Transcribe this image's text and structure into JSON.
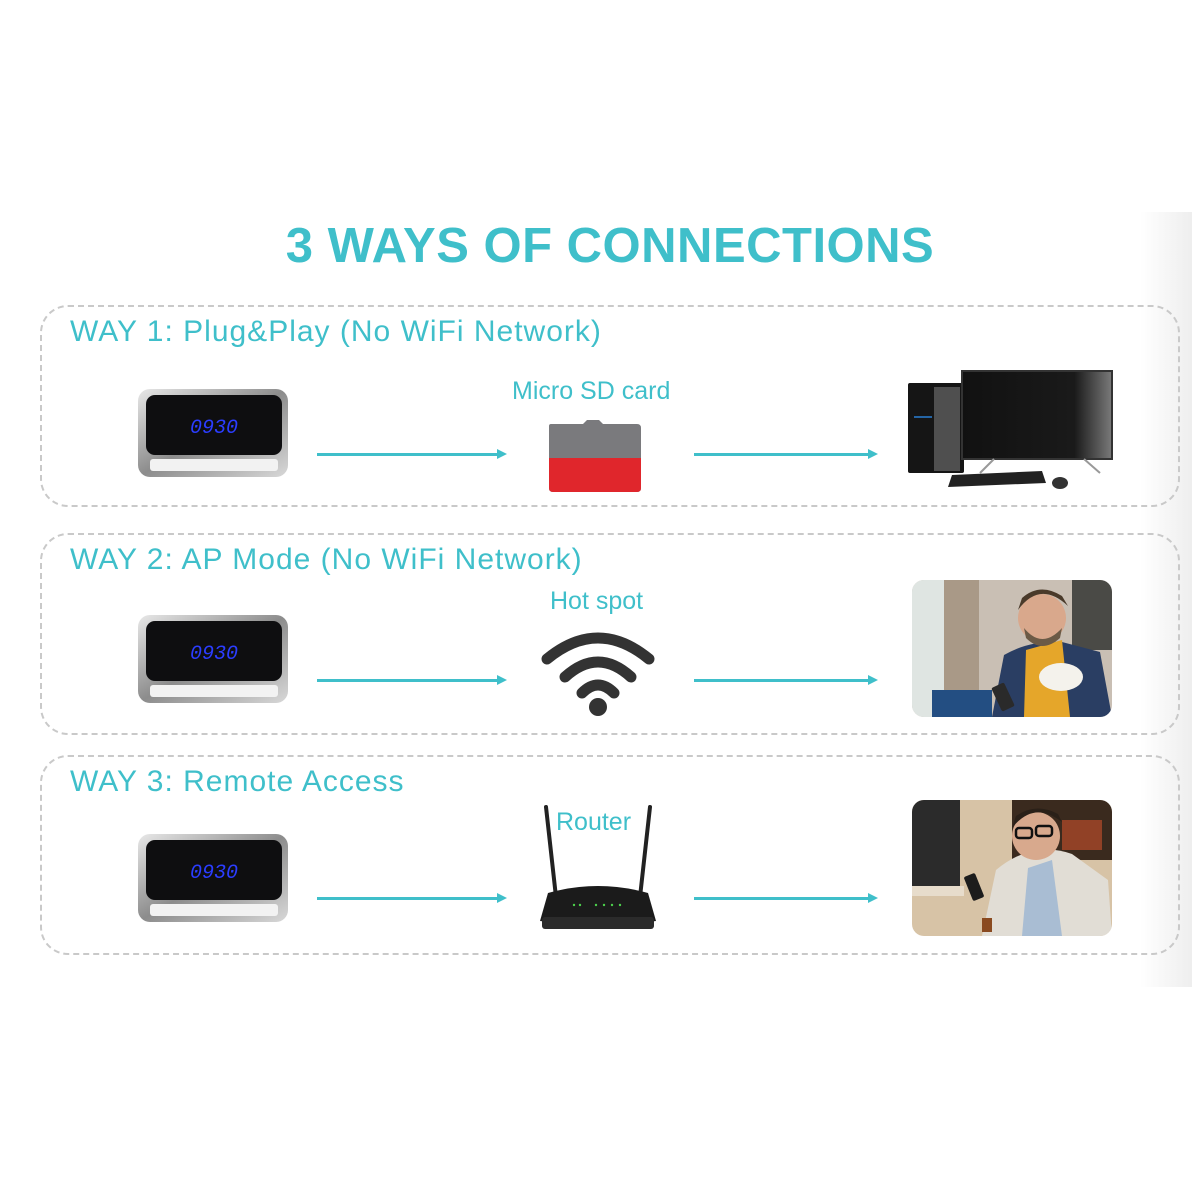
{
  "title": "3 WAYS OF CONNECTIONS",
  "colors": {
    "accent": "#3fbfca",
    "border": "#c9c9c9",
    "clock_digits": "#2b3dff",
    "sd_gray": "#7a7a7d",
    "sd_red": "#e0262c"
  },
  "device": {
    "name": "clock camera",
    "display_time": "0930"
  },
  "ways": [
    {
      "title": "WAY 1: Plug&Play (No WiFi Network)",
      "middle_label": "Micro SD card",
      "middle_icon": "micro-sd-card-icon",
      "end_icon": "desktop-computer-image"
    },
    {
      "title": "WAY 2: AP Mode (No WiFi Network)",
      "middle_label": "Hot spot",
      "middle_icon": "wifi-icon",
      "end_icon": "man-with-phone-and-coffee-photo"
    },
    {
      "title": "WAY 3: Remote Access",
      "middle_label": "Router",
      "middle_icon": "router-icon",
      "end_icon": "man-with-phone-in-cafe-photo"
    }
  ]
}
